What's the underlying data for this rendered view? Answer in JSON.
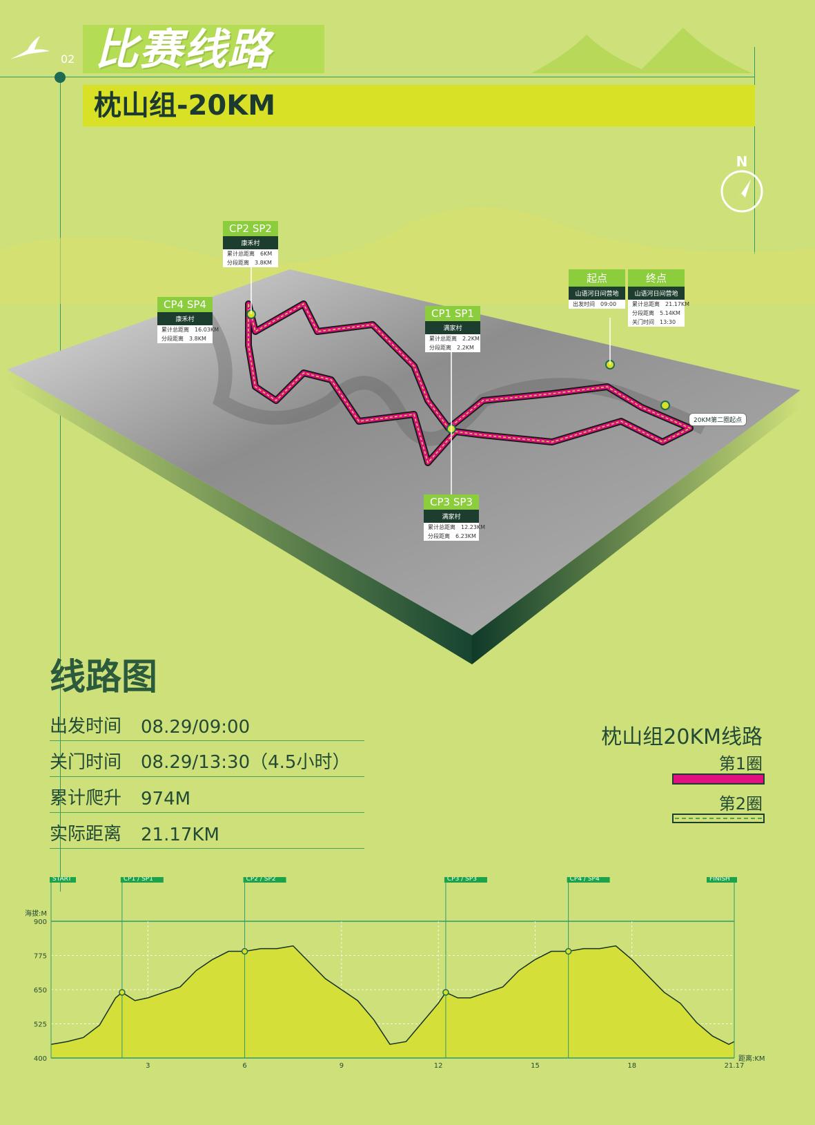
{
  "header": {
    "section_num": "02",
    "title": "比赛线路",
    "subtitle": "枕山组-20KM"
  },
  "compass": {
    "letter": "N"
  },
  "map": {
    "checkpoints": [
      {
        "name": "CP2 SP2",
        "village": "康禾村",
        "rows": [
          "累计总距离　6KM",
          "分段距离　3.8KM"
        ]
      },
      {
        "name": "CP4 SP4",
        "village": "康禾村",
        "rows": [
          "累计总距离　16.03KM",
          "分段距离　3.8KM"
        ]
      },
      {
        "name": "CP1 SP1",
        "village": "满家村",
        "rows": [
          "累计总距离　2.2KM",
          "分段距离　2.2KM"
        ]
      },
      {
        "name": "CP3 SP3",
        "village": "满家村",
        "rows": [
          "累计总距离　12.23KM",
          "分段距离　6.23KM"
        ]
      },
      {
        "name": "起点",
        "village": "山语河日间营地",
        "rows": [
          "出发时间　09:00"
        ]
      },
      {
        "name": "终点",
        "village": "山语河日间营地",
        "rows": [
          "累计总距离　21.17KM",
          "分段距离　5.14KM",
          "关门时间　13:30"
        ]
      }
    ],
    "loop2_start_label": "20KM第二圈起点"
  },
  "info": {
    "title": "线路图",
    "rows": [
      {
        "label": "出发时间",
        "value": "08.29/09:00"
      },
      {
        "label": "关门时间",
        "value": "08.29/13:30（4.5小时）"
      },
      {
        "label": "累计爬升",
        "value": "974M"
      },
      {
        "label": "实际距离",
        "value": "21.17KM"
      }
    ]
  },
  "legend": {
    "title": "枕山组20KM线路",
    "items": [
      {
        "label": "第1圈",
        "color": "#e0107e"
      },
      {
        "label": "第2圈",
        "color": "#5aa050"
      }
    ]
  },
  "chart_data": {
    "type": "area",
    "ylabel": "海拔:M",
    "xlabel": "距离:KM",
    "ylim": [
      400,
      900
    ],
    "xlim": [
      0,
      21.17
    ],
    "yticks": [
      400,
      525,
      650,
      775,
      900
    ],
    "xticks": [
      3,
      6,
      9,
      12,
      15,
      18,
      21.17
    ],
    "markers": [
      {
        "label": "START",
        "x": 0
      },
      {
        "label": "CP1 / SP1",
        "x": 2.2
      },
      {
        "label": "CP2 / SP2",
        "x": 6.0
      },
      {
        "label": "CP3 / SP3",
        "x": 12.23
      },
      {
        "label": "CP4 / SP4",
        "x": 16.03
      },
      {
        "label": "FINISH",
        "x": 21.17
      }
    ],
    "x": [
      0,
      0.5,
      1,
      1.5,
      2,
      2.2,
      2.6,
      3,
      3.5,
      4,
      4.5,
      5,
      5.5,
      6,
      6.5,
      7,
      7.5,
      8,
      8.5,
      9,
      9.5,
      10,
      10.5,
      11,
      11.5,
      12,
      12.23,
      12.6,
      13,
      13.5,
      14,
      14.5,
      15,
      15.5,
      16,
      16.03,
      16.5,
      17,
      17.5,
      18,
      18.5,
      19,
      19.5,
      20,
      20.5,
      21,
      21.17
    ],
    "y": [
      450,
      460,
      475,
      520,
      620,
      640,
      610,
      620,
      640,
      660,
      720,
      760,
      790,
      790,
      800,
      800,
      810,
      750,
      690,
      650,
      610,
      540,
      450,
      460,
      530,
      600,
      640,
      620,
      620,
      640,
      660,
      720,
      760,
      790,
      790,
      790,
      800,
      800,
      810,
      760,
      700,
      640,
      600,
      530,
      480,
      450,
      460
    ]
  }
}
